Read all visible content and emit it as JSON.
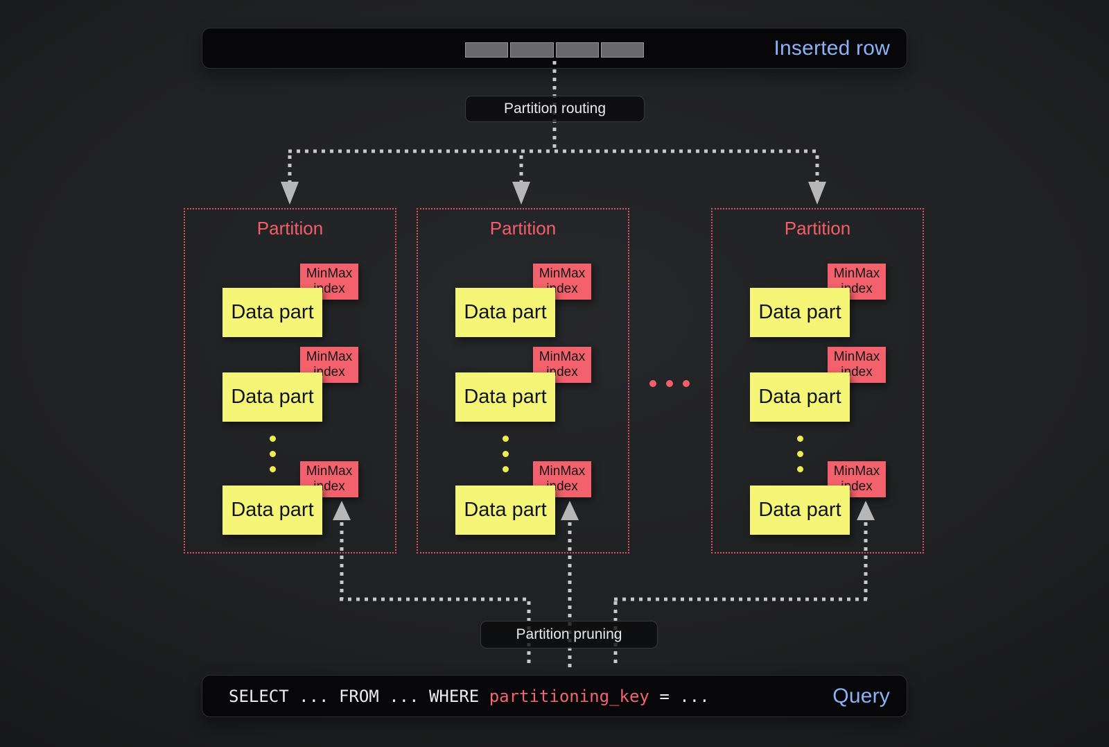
{
  "inserted_row_bar": {
    "label": "Inserted row",
    "cell_count": 4
  },
  "routing": {
    "label": "Partition routing"
  },
  "pruning": {
    "label": "Partition pruning"
  },
  "partitions": [
    {
      "title": "Partition",
      "parts": [
        {
          "label": "Data part",
          "index_line1": "MinMax",
          "index_line2": "index"
        },
        {
          "label": "Data part",
          "index_line1": "MinMax",
          "index_line2": "index"
        },
        {
          "label": "Data part",
          "index_line1": "MinMax",
          "index_line2": "index"
        }
      ]
    },
    {
      "title": "Partition",
      "parts": [
        {
          "label": "Data part",
          "index_line1": "MinMax",
          "index_line2": "index"
        },
        {
          "label": "Data part",
          "index_line1": "MinMax",
          "index_line2": "index"
        },
        {
          "label": "Data part",
          "index_line1": "MinMax",
          "index_line2": "index"
        }
      ]
    },
    {
      "title": "Partition",
      "parts": [
        {
          "label": "Data part",
          "index_line1": "MinMax",
          "index_line2": "index"
        },
        {
          "label": "Data part",
          "index_line1": "MinMax",
          "index_line2": "index"
        },
        {
          "label": "Data part",
          "index_line1": "MinMax",
          "index_line2": "index"
        }
      ]
    }
  ],
  "query_bar": {
    "code_before": "SELECT ... FROM ... WHERE ",
    "code_key": "partitioning_key",
    "code_after": " = ...",
    "label": "Query"
  },
  "colors": {
    "accent_blue": "#8ab2f5",
    "accent_red": "#f2616b",
    "part_yellow": "#f5f578",
    "index_red": "#f3626c",
    "line_gray": "#c8c8c8",
    "bar_background": "#07070a"
  }
}
